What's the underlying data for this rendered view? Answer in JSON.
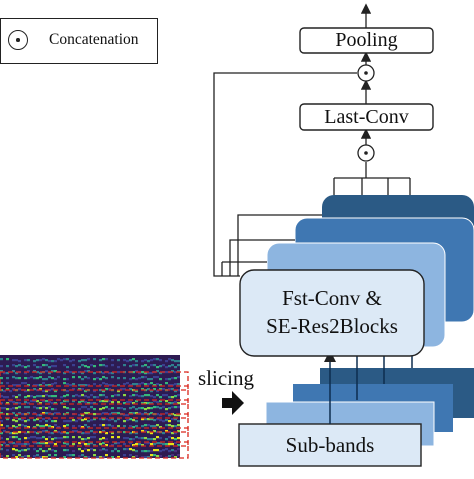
{
  "legend": {
    "symbol": "⊙",
    "label": "Concatenation"
  },
  "nodes": {
    "pooling": "Pooling",
    "last_conv": "Last-Conv",
    "fst_conv_line1": "Fst-Conv &",
    "fst_conv_line2": "SE-Res2Blocks",
    "sub_bands": "Sub-bands"
  },
  "slicing_label": "slicing",
  "colors": {
    "layer_darkest": "#2b5a85",
    "layer_dark": "#3f77b2",
    "layer_mid": "#8db5e0",
    "layer_front": "#dce9f6",
    "spectrogram_bg": "#2d1b52",
    "slice_dash": "#d9261c"
  }
}
